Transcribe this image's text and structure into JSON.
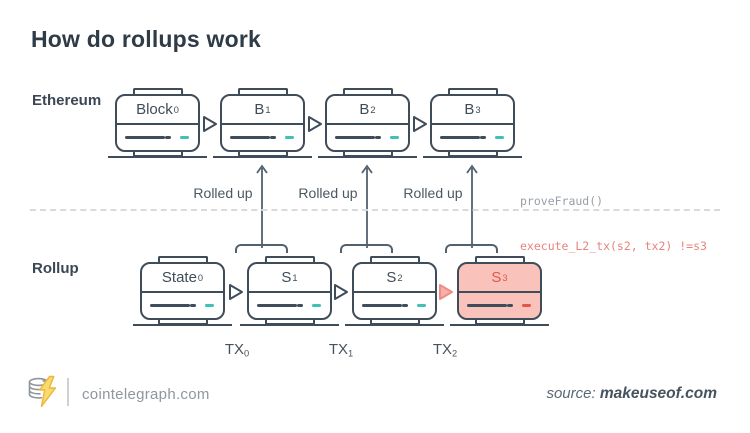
{
  "title": "How do rollups work",
  "layers": {
    "ethereum": {
      "label": "Ethereum",
      "blocks": [
        {
          "base": "Block",
          "sub": "0"
        },
        {
          "base": "B",
          "sub": "1"
        },
        {
          "base": "B",
          "sub": "2"
        },
        {
          "base": "B",
          "sub": "3"
        }
      ]
    },
    "rollup": {
      "label": "Rollup",
      "blocks": [
        {
          "base": "State",
          "sub": "0"
        },
        {
          "base": "S",
          "sub": "1"
        },
        {
          "base": "S",
          "sub": "2"
        },
        {
          "base": "S",
          "sub": "3",
          "state": "fraud-highlighted"
        }
      ]
    }
  },
  "rolled_up": [
    "Rolled up",
    "Rolled up",
    "Rolled up"
  ],
  "tx_labels": [
    {
      "base": "TX",
      "sub": "0"
    },
    {
      "base": "TX",
      "sub": "1"
    },
    {
      "base": "TX",
      "sub": "2"
    }
  ],
  "fraud_proof": {
    "line1": "proveFraud()",
    "line2": "execute_L2_tx(s2, tx2) !=s3"
  },
  "footer": {
    "site": "cointelegraph.com",
    "source_label": "source:",
    "source_name": "makeuseof.com"
  },
  "colors": {
    "stroke": "#3f4c59",
    "teal_accent": "#3fc1b5",
    "highlight_fill": "#f9c3bc",
    "highlight_red": "#e0574a",
    "code_gray": "#98a0a8",
    "code_red": "#e8837c",
    "logo_gold": "#fbd96a",
    "divider_gray": "#d6dbde"
  }
}
